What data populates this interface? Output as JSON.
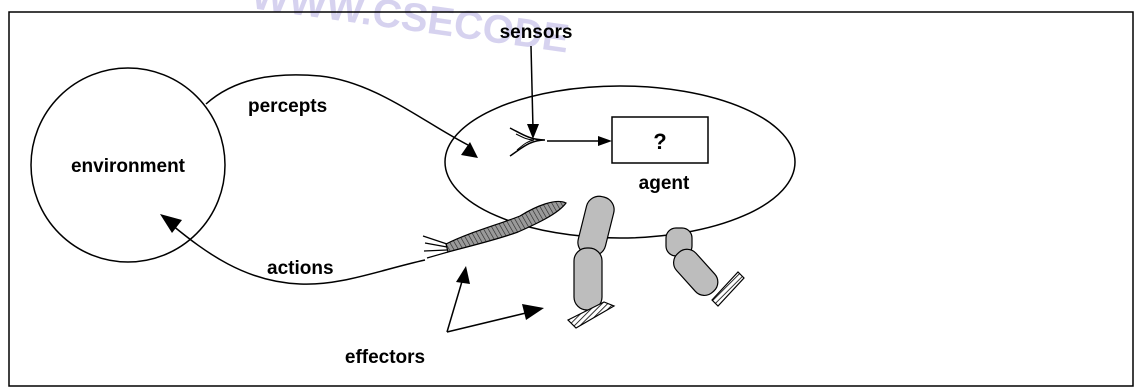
{
  "labels": {
    "sensors": "sensors",
    "percepts": "percepts",
    "environment": "environment",
    "question": "?",
    "agent": "agent",
    "actions": "actions",
    "effectors": "effectors"
  },
  "watermark": {
    "text": "WWW.CSECODE"
  },
  "colors": {
    "stroke": "#000000",
    "background": "#ffffff",
    "limb_fill": "#bdbdbd",
    "arm_fill": "#8c8c8c",
    "watermark": "#c9c4ea"
  }
}
